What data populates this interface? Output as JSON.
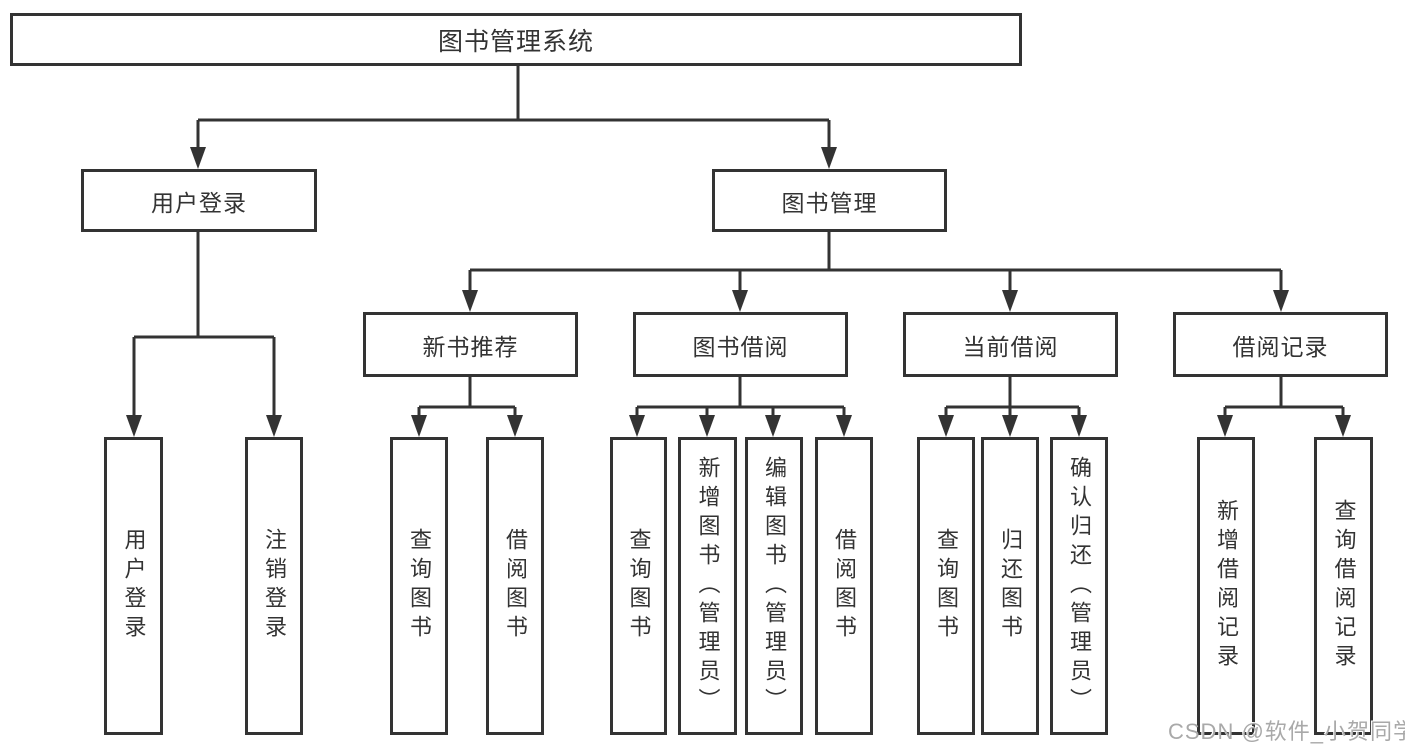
{
  "diagram": {
    "type": "hierarchy-tree",
    "tree": {
      "label": "图书管理系统",
      "children": [
        {
          "label": "用户登录",
          "children": [
            {
              "label": "用户登录"
            },
            {
              "label": "注销登录"
            }
          ]
        },
        {
          "label": "图书管理",
          "children": [
            {
              "label": "新书推荐",
              "children": [
                {
                  "label": "查询图书"
                },
                {
                  "label": "借阅图书"
                }
              ]
            },
            {
              "label": "图书借阅",
              "children": [
                {
                  "label": "查询图书"
                },
                {
                  "label": "新增图书（管理员）"
                },
                {
                  "label": "编辑图书（管理员）"
                },
                {
                  "label": "借阅图书"
                }
              ]
            },
            {
              "label": "当前借阅",
              "children": [
                {
                  "label": "查询图书"
                },
                {
                  "label": "归还图书"
                },
                {
                  "label": "确认归还（管理员）"
                }
              ]
            },
            {
              "label": "借阅记录",
              "children": [
                {
                  "label": "新增借阅记录"
                },
                {
                  "label": "查询借阅记录"
                }
              ]
            }
          ]
        }
      ]
    }
  },
  "watermark": {
    "text": "CSDN @软件_小贺同学"
  },
  "colors": {
    "line": "#333333",
    "text": "#333333",
    "background": "#ffffff",
    "watermark": "#a9a9a9"
  }
}
